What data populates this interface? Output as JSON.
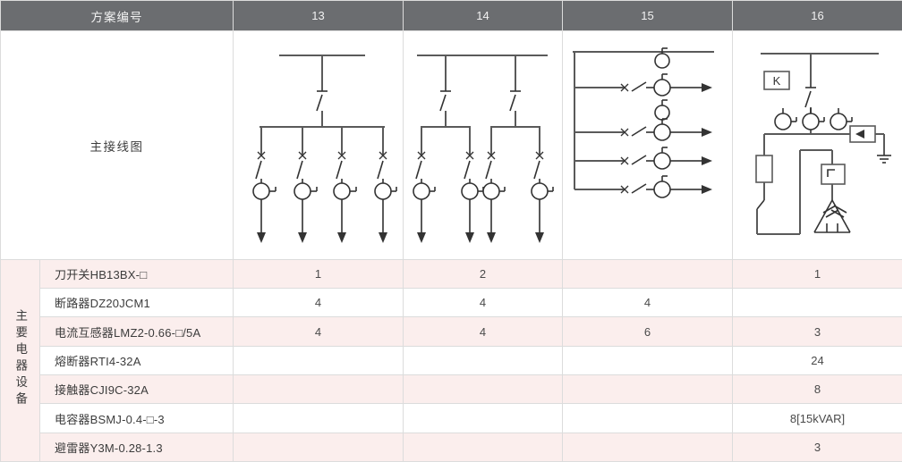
{
  "table": {
    "header": {
      "label": "方案编号",
      "scheme_numbers": [
        "13",
        "14",
        "15",
        "16"
      ]
    },
    "diagram_row": {
      "label": "主接线图",
      "diagrams": [
        {
          "scheme": "13",
          "type": "single-bus-four-feeder",
          "description": "单母线进线经隔离开关分四路出线，每路含熔断器、开关及电流互感器",
          "branches": 4
        },
        {
          "scheme": "14",
          "type": "dual-section-two-feeder",
          "description": "母线两路进线各经隔离开关分两路出线，共四路，每路含熔断器、开关及电流互感器",
          "branches": 4
        },
        {
          "scheme": "15",
          "type": "vertical-bus-horizontal-feeders",
          "description": "竖直母线引出四路水平馈线，每路含熔断器、开关及电流互感器，另设两只附加互感器",
          "branches": 4
        },
        {
          "scheme": "16",
          "type": "capacitor-compensation",
          "description": "带K继电器、三只电流互感器、避雷器接地、熔断器、接触器及三角形接线电容器组",
          "label_box": "K"
        }
      ]
    },
    "group_label": "主要电器设备",
    "columns": [
      "刀开关HB13BX-□",
      "13",
      "14",
      "15",
      "16"
    ],
    "rows": [
      {
        "name": "刀开关HB13BX-□",
        "values": [
          "1",
          "2",
          "",
          "1"
        ]
      },
      {
        "name": "断路器DZ20JCM1",
        "values": [
          "4",
          "4",
          "4",
          ""
        ]
      },
      {
        "name": "电流互感器LMZ2-0.66-□/5A",
        "values": [
          "4",
          "4",
          "6",
          "3"
        ]
      },
      {
        "name": "熔断器RTI4-32A",
        "values": [
          "",
          "",
          "",
          "24"
        ]
      },
      {
        "name": "接触器CJI9C-32A",
        "values": [
          "",
          "",
          "",
          "8"
        ]
      },
      {
        "name": "电容器BSMJ-0.4-□-3",
        "values": [
          "",
          "",
          "",
          "8[15kVAR]"
        ]
      },
      {
        "name": "避雷器Y3M-0.28-1.3",
        "values": [
          "",
          "",
          "",
          "3"
        ]
      }
    ]
  },
  "colors": {
    "header_bg": "#6b6d70",
    "header_text": "#f2f2f2",
    "row_odd_bg": "#fbeeed",
    "row_even_bg": "#ffffff",
    "border": "#dcdcdc",
    "text": "#3c3c3c",
    "diagram_stroke": "#5a5a5a"
  }
}
